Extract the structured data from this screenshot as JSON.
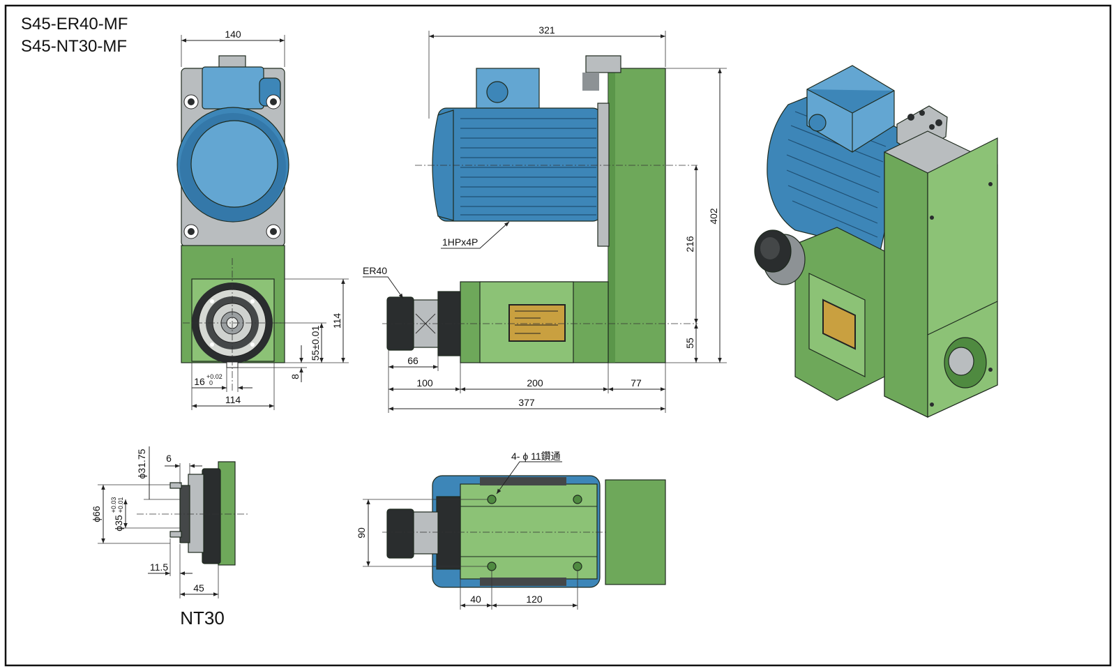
{
  "title": {
    "line1": "S45-ER40-MF",
    "line2": "S45-NT30-MF"
  },
  "front_view": {
    "dim_width_top": "140",
    "dim_width_bottom": "114",
    "dim_height_flange": "114",
    "dim_center_height": "55±0.01",
    "dim_key_width_main": "16",
    "dim_key_width_tol_upper": "+0.02",
    "dim_key_width_tol_lower": "0",
    "dim_key_depth": "8"
  },
  "side_view": {
    "dim_motor_length": "321",
    "dim_total_height": "402",
    "dim_spindle_to_motor_axis": "216",
    "dim_spindle_height": "55",
    "dim_nose": "66",
    "dim_front": "100",
    "dim_body": "200",
    "dim_rear": "77",
    "dim_total_length": "377",
    "label_collet": "ER40",
    "label_motor": "1HPx4P"
  },
  "nt30_view": {
    "dim_pilot": "6",
    "dim_bore_small": "ϕ31.75",
    "dim_outer": "ϕ66",
    "dim_bore_main": "ϕ35",
    "dim_bore_tol_upper": "+0.03",
    "dim_bore_tol_lower": "+0.01",
    "dim_offset": "11.5",
    "dim_length": "45",
    "caption": "NT30"
  },
  "bottom_view": {
    "label_holes": "4- ϕ 11鑽通",
    "dim_width": "90",
    "dim_offset": "40",
    "dim_spacing": "120"
  },
  "colors": {
    "body_green": "#6ea85a",
    "motor_blue": "#3d86b8",
    "plate_gray": "#b9bdbf"
  }
}
